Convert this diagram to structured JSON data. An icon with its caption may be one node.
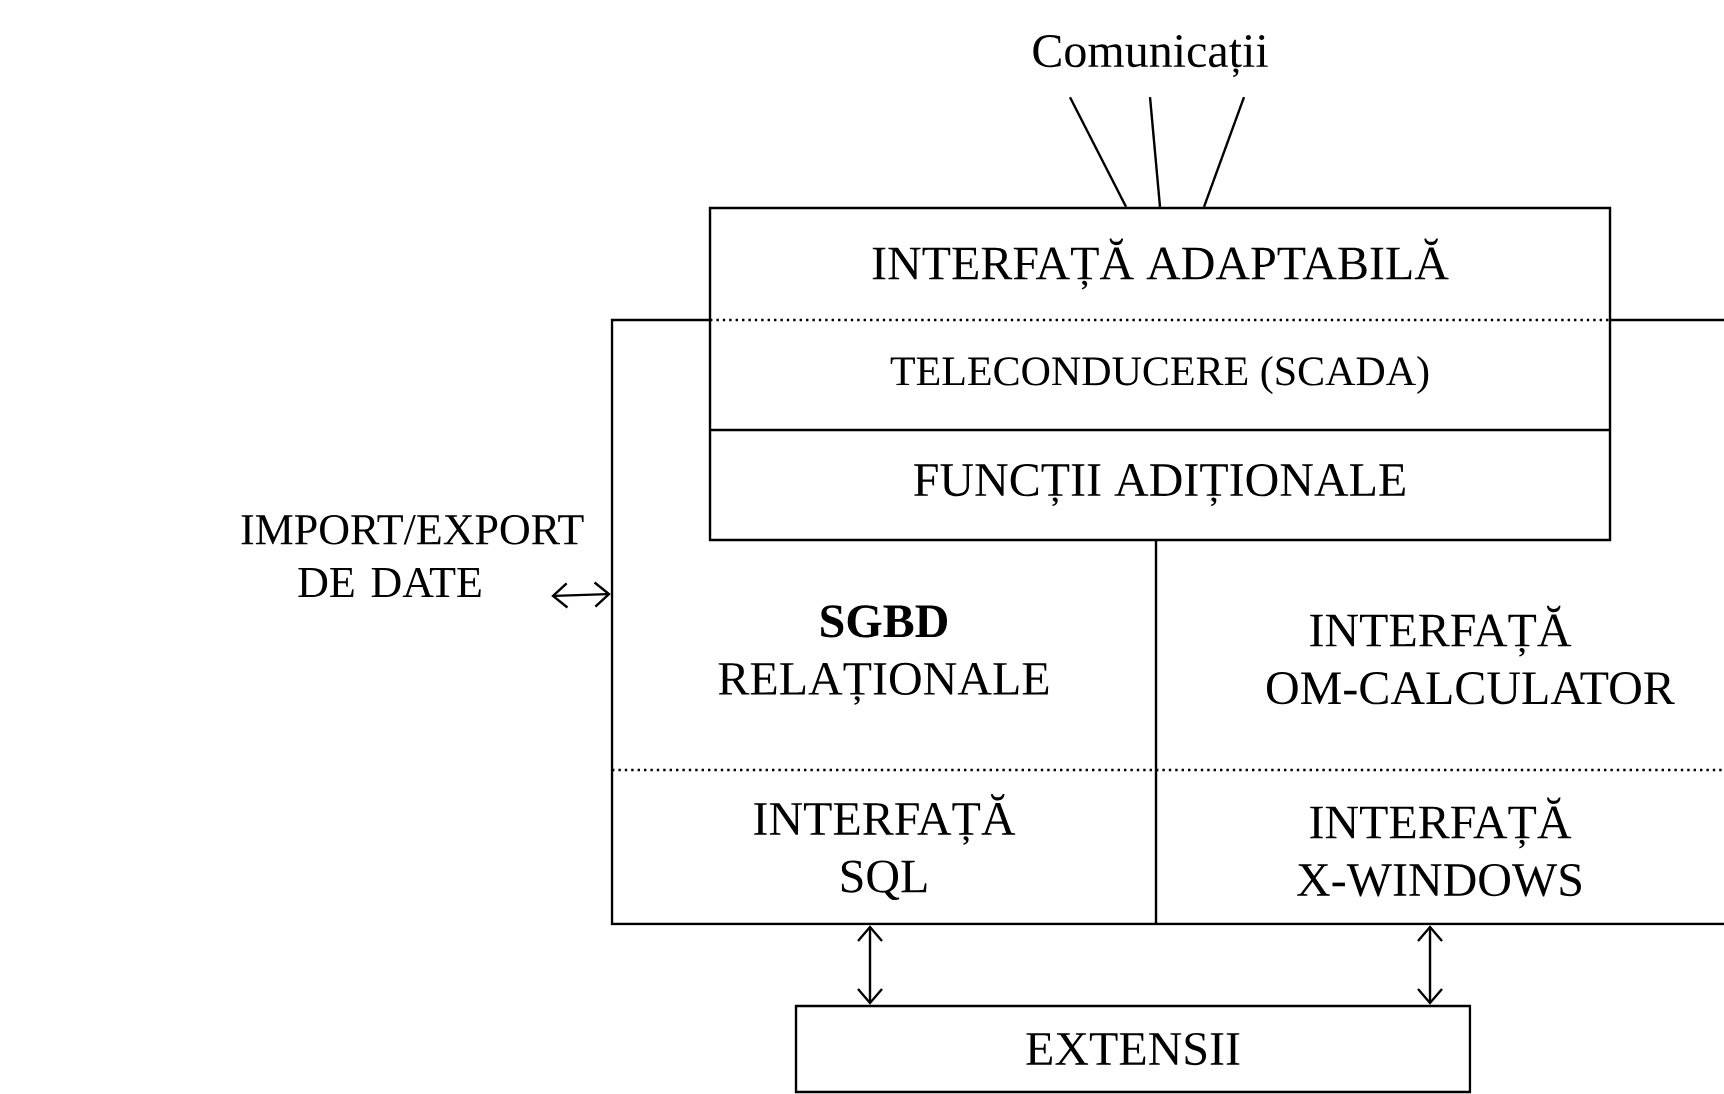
{
  "diagram": {
    "nodes": [
      {
        "text": [
          "Comunicații"
        ]
      },
      {
        "text": [
          "INTERFAȚĂ ADAPTABILĂ"
        ]
      },
      {
        "text": [
          "TELECONDUCERE (SCADA)"
        ],
        "in": 5
      },
      {
        "text": [
          "FUNCȚII ADIȚIONALE"
        ],
        "in": 5
      },
      {
        "text": [
          "IMPORT/EXPORT DE DATE"
        ]
      },
      {
        "text": [],
        "shape": "box"
      },
      {
        "text": [
          "SGBD",
          "RELAȚIONALE"
        ],
        "in": 5
      },
      {
        "text": [
          "INTERFAȚĂ OM-CALCULATOR"
        ],
        "in": 5
      },
      {
        "text": [
          "INTERFAȚĂ SQL"
        ],
        "in": 5
      },
      {
        "text": [
          "INTERFAȚĂ X-WINDOWS"
        ],
        "in": 5
      },
      {
        "text": [
          "EXTENSII"
        ]
      }
    ],
    "edges": [
      {
        "from": 0,
        "to": 1,
        "arrow": "none"
      },
      {
        "from": 0,
        "to": 1,
        "arrow": "none"
      },
      {
        "from": 0,
        "to": 1,
        "arrow": "none"
      },
      {
        "from": 4,
        "to": 5,
        "arrow": "both"
      },
      {
        "from": 8,
        "to": 10,
        "arrow": "both"
      },
      {
        "from": 9,
        "to": 10,
        "arrow": "both"
      }
    ]
  }
}
